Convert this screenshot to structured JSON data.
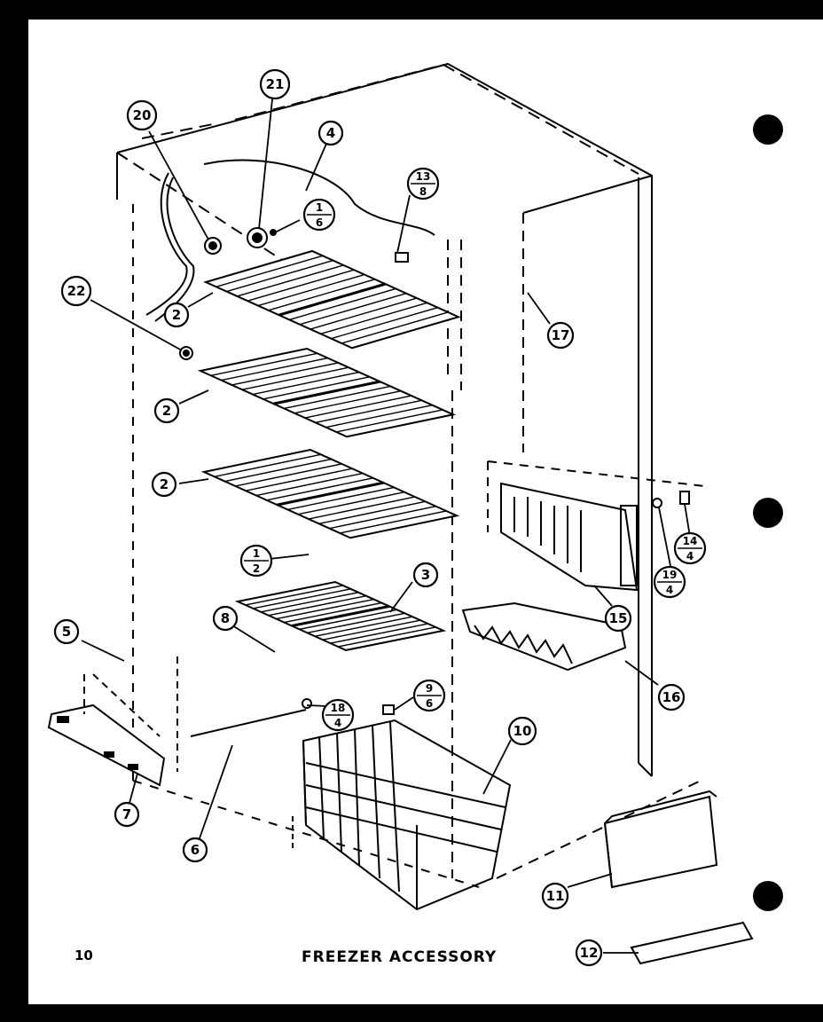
{
  "page": {
    "number": "10",
    "title": "FREEZER ACCESSORY"
  },
  "callouts": {
    "c20": "20",
    "c21": "21",
    "c4": "4",
    "c22": "22",
    "c2a": "2",
    "c2b": "2",
    "c2c": "2",
    "c17": "17",
    "c3": "3",
    "c8": "8",
    "c5": "5",
    "c7": "7",
    "c6": "6",
    "c10": "10",
    "c11": "11",
    "c12": "12",
    "c15": "15",
    "c16": "16"
  },
  "fractions": {
    "f1_6": {
      "top": "1",
      "bottom": "6"
    },
    "f13_8": {
      "top": "13",
      "bottom": "8"
    },
    "f1_2": {
      "top": "1",
      "bottom": "2"
    },
    "f9_6": {
      "top": "9",
      "bottom": "6"
    },
    "f18_4": {
      "top": "18",
      "bottom": "4"
    },
    "f19_4": {
      "top": "19",
      "bottom": "4"
    },
    "f14_4": {
      "top": "14",
      "bottom": "4"
    }
  },
  "colors": {
    "ink": "#000000",
    "paper": "#ffffff"
  }
}
